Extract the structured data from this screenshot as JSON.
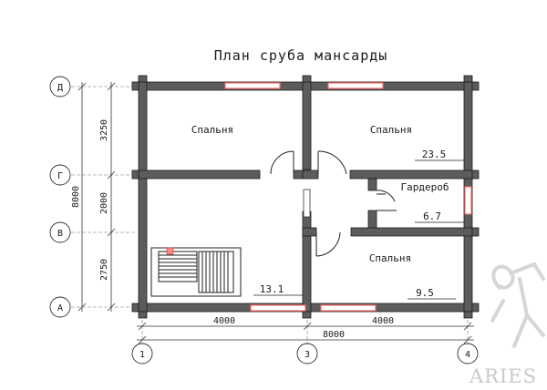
{
  "title": "План сруба мансарды",
  "rooms": [
    {
      "name": "Спальня"
    },
    {
      "name": "Спальня"
    },
    {
      "name": "Гардероб"
    },
    {
      "name": "Спальня"
    }
  ],
  "areas": [
    "23.5",
    "6.7",
    "13.1",
    "9.5"
  ],
  "axes": {
    "rows": [
      "Д",
      "Г",
      "В",
      "А"
    ],
    "cols": [
      "1",
      "3",
      "4"
    ]
  },
  "dimensions": {
    "vertical_total": "8000",
    "vertical_parts": [
      "3250",
      "2000",
      "2750"
    ],
    "horizontal_parts": [
      "4000",
      "4000"
    ],
    "horizontal_total": "8000"
  },
  "watermark": "ARIES",
  "colors": {
    "wall": "#5c5c5c",
    "window": "#ff6b6b",
    "line": "#333333"
  }
}
